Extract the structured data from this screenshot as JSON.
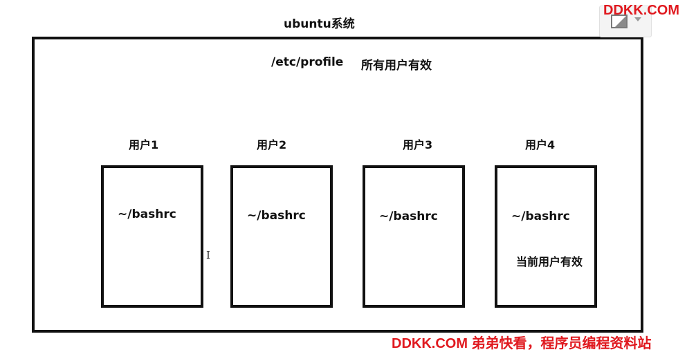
{
  "diagram": {
    "system_title": "ubuntu系统",
    "global_profile": {
      "path": "/etc/profile",
      "scope": "所有用户有效"
    },
    "users": [
      {
        "label": "用户1",
        "file": "~/bashrc",
        "note": ""
      },
      {
        "label": "用户2",
        "file": "~/bashrc",
        "note": ""
      },
      {
        "label": "用户3",
        "file": "~/bashrc",
        "note": ""
      },
      {
        "label": "用户4",
        "file": "~/bashrc",
        "note": "当前用户有效"
      }
    ]
  },
  "toolbar": {
    "image_icon": "image-icon",
    "dropdown_icon": "chevron-down-icon"
  },
  "watermark": {
    "top": "DDKK.COM",
    "bottom": "DDKK.COM 弟弟快看，程序员编程资料站",
    "color": "#e0191f"
  }
}
